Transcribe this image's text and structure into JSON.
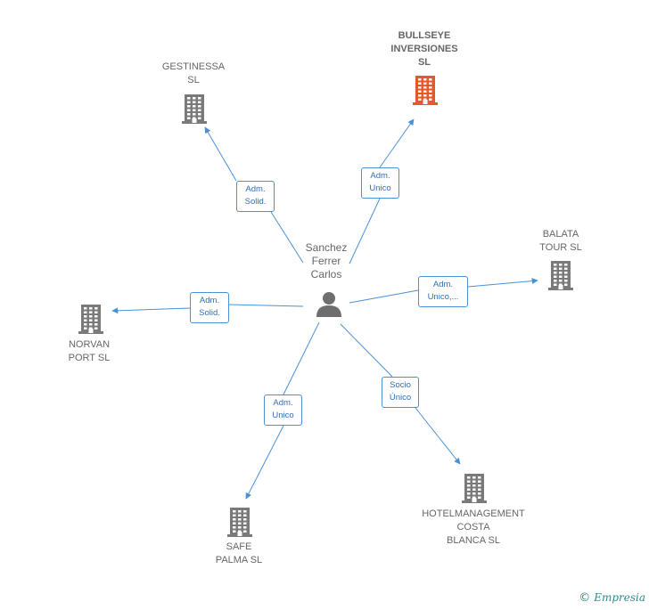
{
  "colors": {
    "edge": "#4a90d9",
    "building": "#7a7a7a",
    "building_highlight": "#e8572a",
    "person": "#6e6e6e"
  },
  "center": {
    "label": "Sanchez\nFerrer\nCarlos",
    "icon": "person-icon"
  },
  "companies": [
    {
      "id": "gestinessa",
      "label": "GESTINESSA\nSL",
      "highlight": false,
      "icon": "building-icon"
    },
    {
      "id": "bullseye",
      "label": "BULLSEYE\nINVERSIONES\nSL",
      "highlight": true,
      "icon": "building-icon"
    },
    {
      "id": "balata",
      "label": "BALATA\nTOUR  SL",
      "highlight": false,
      "icon": "building-icon"
    },
    {
      "id": "norvan",
      "label": "NORVAN\nPORT  SL",
      "highlight": false,
      "icon": "building-icon"
    },
    {
      "id": "safe",
      "label": "SAFE\nPALMA SL",
      "highlight": false,
      "icon": "building-icon"
    },
    {
      "id": "hotel",
      "label": "HOTELMANAGEMENT\nCOSTA\nBLANCA SL",
      "highlight": false,
      "icon": "building-icon"
    }
  ],
  "relations": [
    {
      "to": "gestinessa",
      "label": "Adm.\nSolid."
    },
    {
      "to": "bullseye",
      "label": "Adm.\nUnico"
    },
    {
      "to": "balata",
      "label": "Adm.\nUnico,..."
    },
    {
      "to": "norvan",
      "label": "Adm.\nSolid."
    },
    {
      "to": "safe",
      "label": "Adm.\nUnico"
    },
    {
      "to": "hotel",
      "label": "Socio\nÚnico"
    }
  ],
  "footer": {
    "copyright": "©",
    "brand": "Empresia"
  }
}
